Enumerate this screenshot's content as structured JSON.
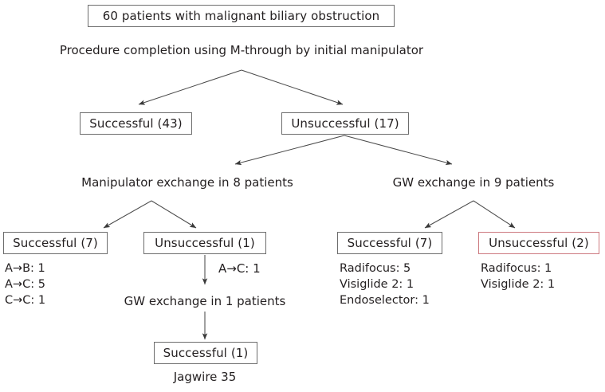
{
  "diagram": {
    "title": "60 patients with malignant biliary obstruction",
    "subtitle": "Procedure completion using M-through by initial manipulator",
    "accent_color": "#cd7a80",
    "line_color": "#6d6d6d",
    "text_color": "#231f20",
    "nodes": {
      "root": "60 patients with malignant biliary obstruction",
      "level1_success": "Successful (43)",
      "level1_fail": "Unsuccessful (17)",
      "manipulator_branch_label": "Manipulator exchange in 8 patients",
      "gw_branch_label": "GW exchange in 9 patients",
      "manip_success": "Successful (7)",
      "manip_fail": "Unsuccessful (1)",
      "gw_success": "Successful (7)",
      "gw_fail": "Unsuccessful (2)",
      "manip_fail_edge_label": "A→C: 1",
      "gw_exchange_1": "GW exchange in 1 patients",
      "final_success": "Successful (1)",
      "final_caption": "Jagwire 35"
    },
    "details": {
      "manip_success_list": [
        "A→B: 1",
        "A→C: 5",
        "C→C: 1"
      ],
      "gw_success_list": [
        "Radifocus: 5",
        "Visiglide 2: 1",
        "Endoselector: 1"
      ],
      "gw_fail_list": [
        "Radifocus: 1",
        "Visiglide 2: 1"
      ]
    }
  }
}
